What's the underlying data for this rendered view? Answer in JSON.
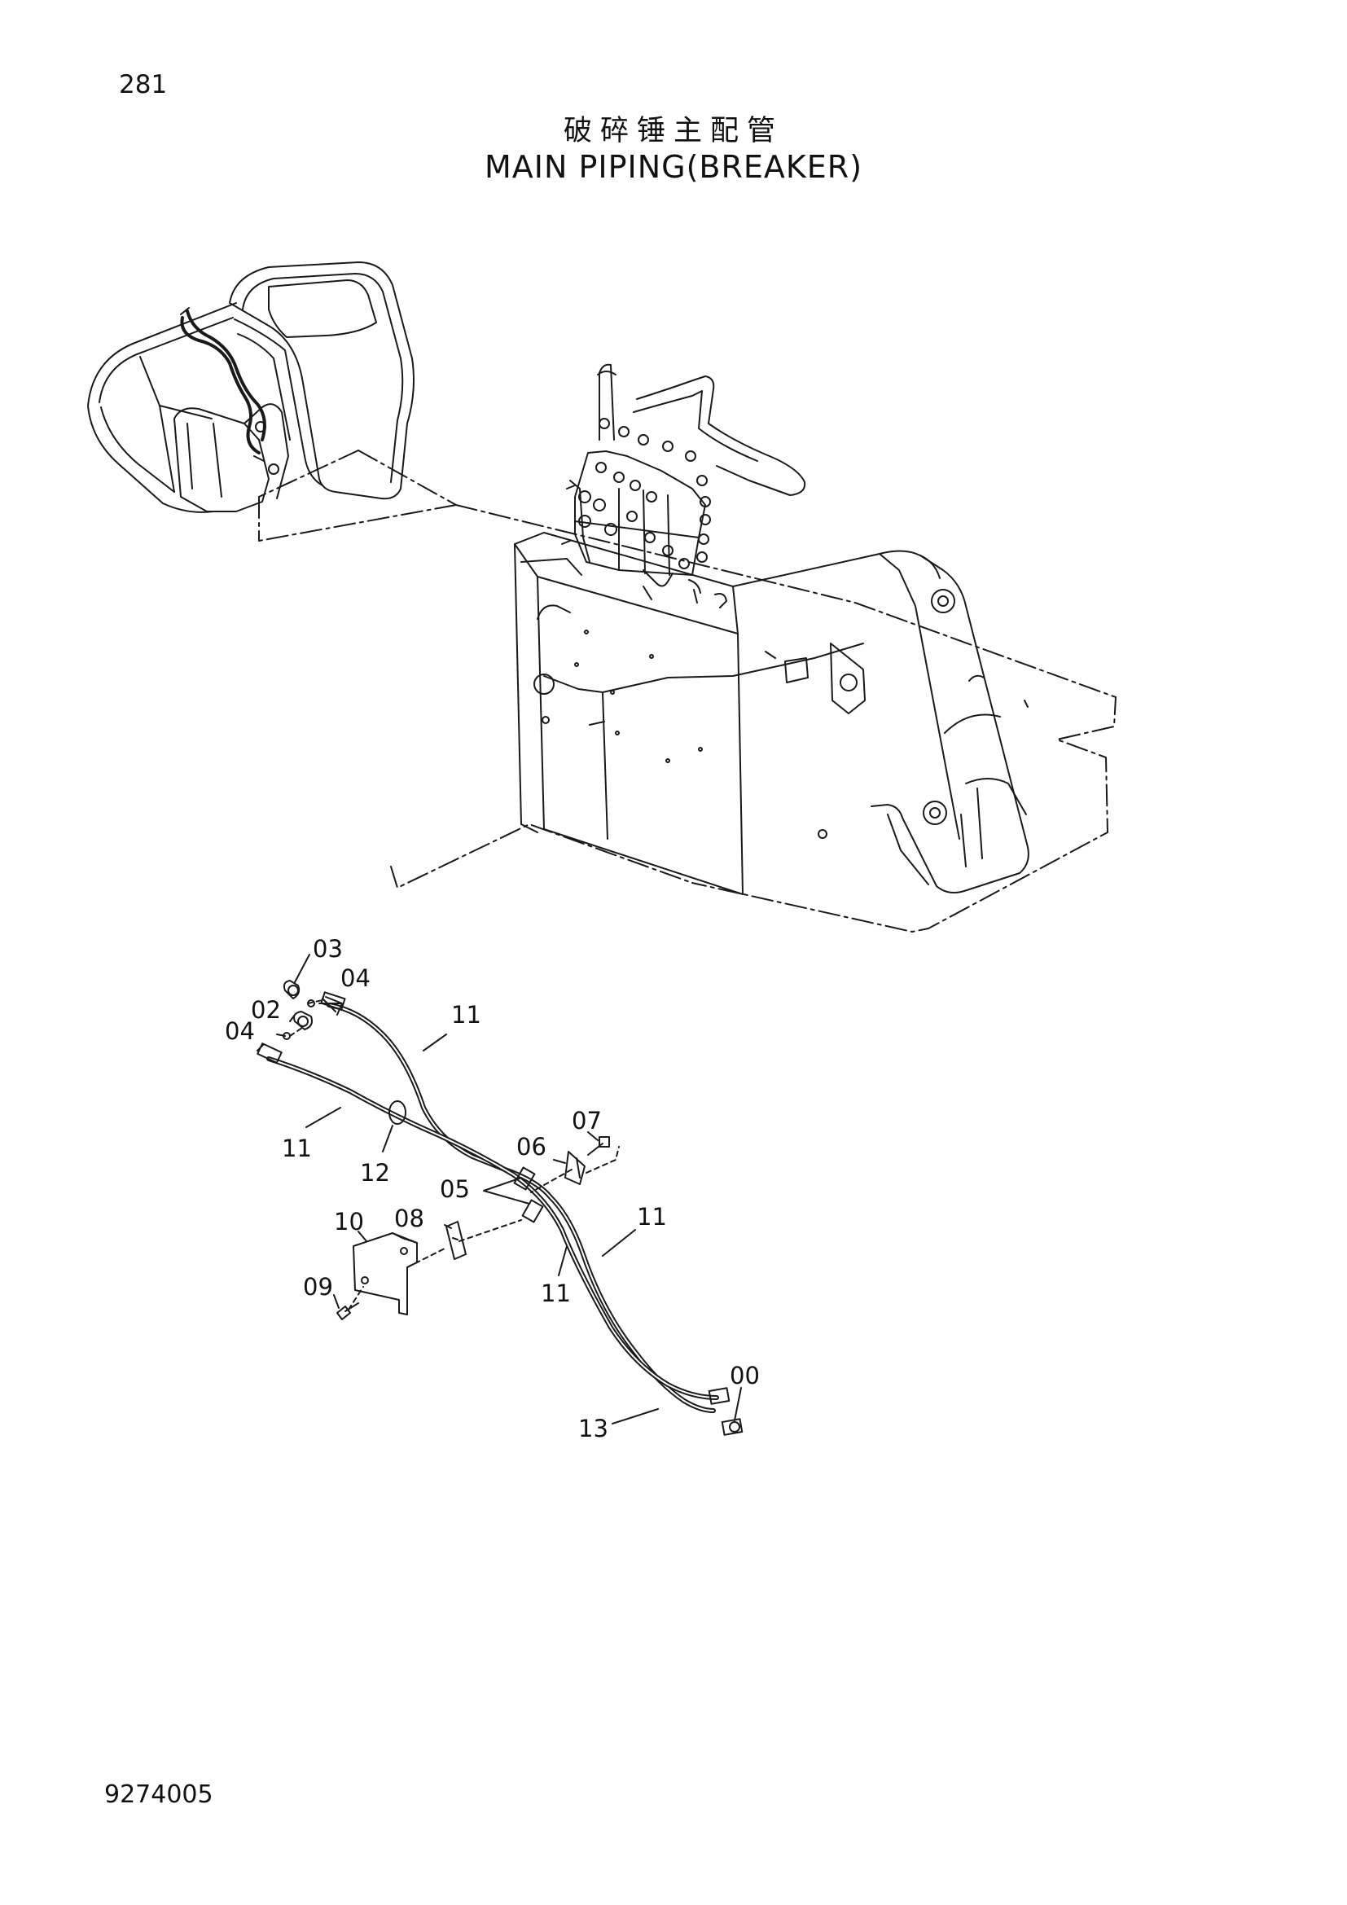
{
  "page_number": "281",
  "title_cn": "破碎锤主配管",
  "title_en": "MAIN PIPING(BREAKER)",
  "doc_code": "9274005",
  "part_labels": [
    {
      "text": "03"
    },
    {
      "text": "04"
    },
    {
      "text": "02"
    },
    {
      "text": "04"
    },
    {
      "text": "11"
    },
    {
      "text": "11"
    },
    {
      "text": "12"
    },
    {
      "text": "07"
    },
    {
      "text": "06"
    },
    {
      "text": "05"
    },
    {
      "text": "10"
    },
    {
      "text": "08"
    },
    {
      "text": "09"
    },
    {
      "text": "11"
    },
    {
      "text": "11"
    },
    {
      "text": "00"
    },
    {
      "text": "13"
    }
  ]
}
